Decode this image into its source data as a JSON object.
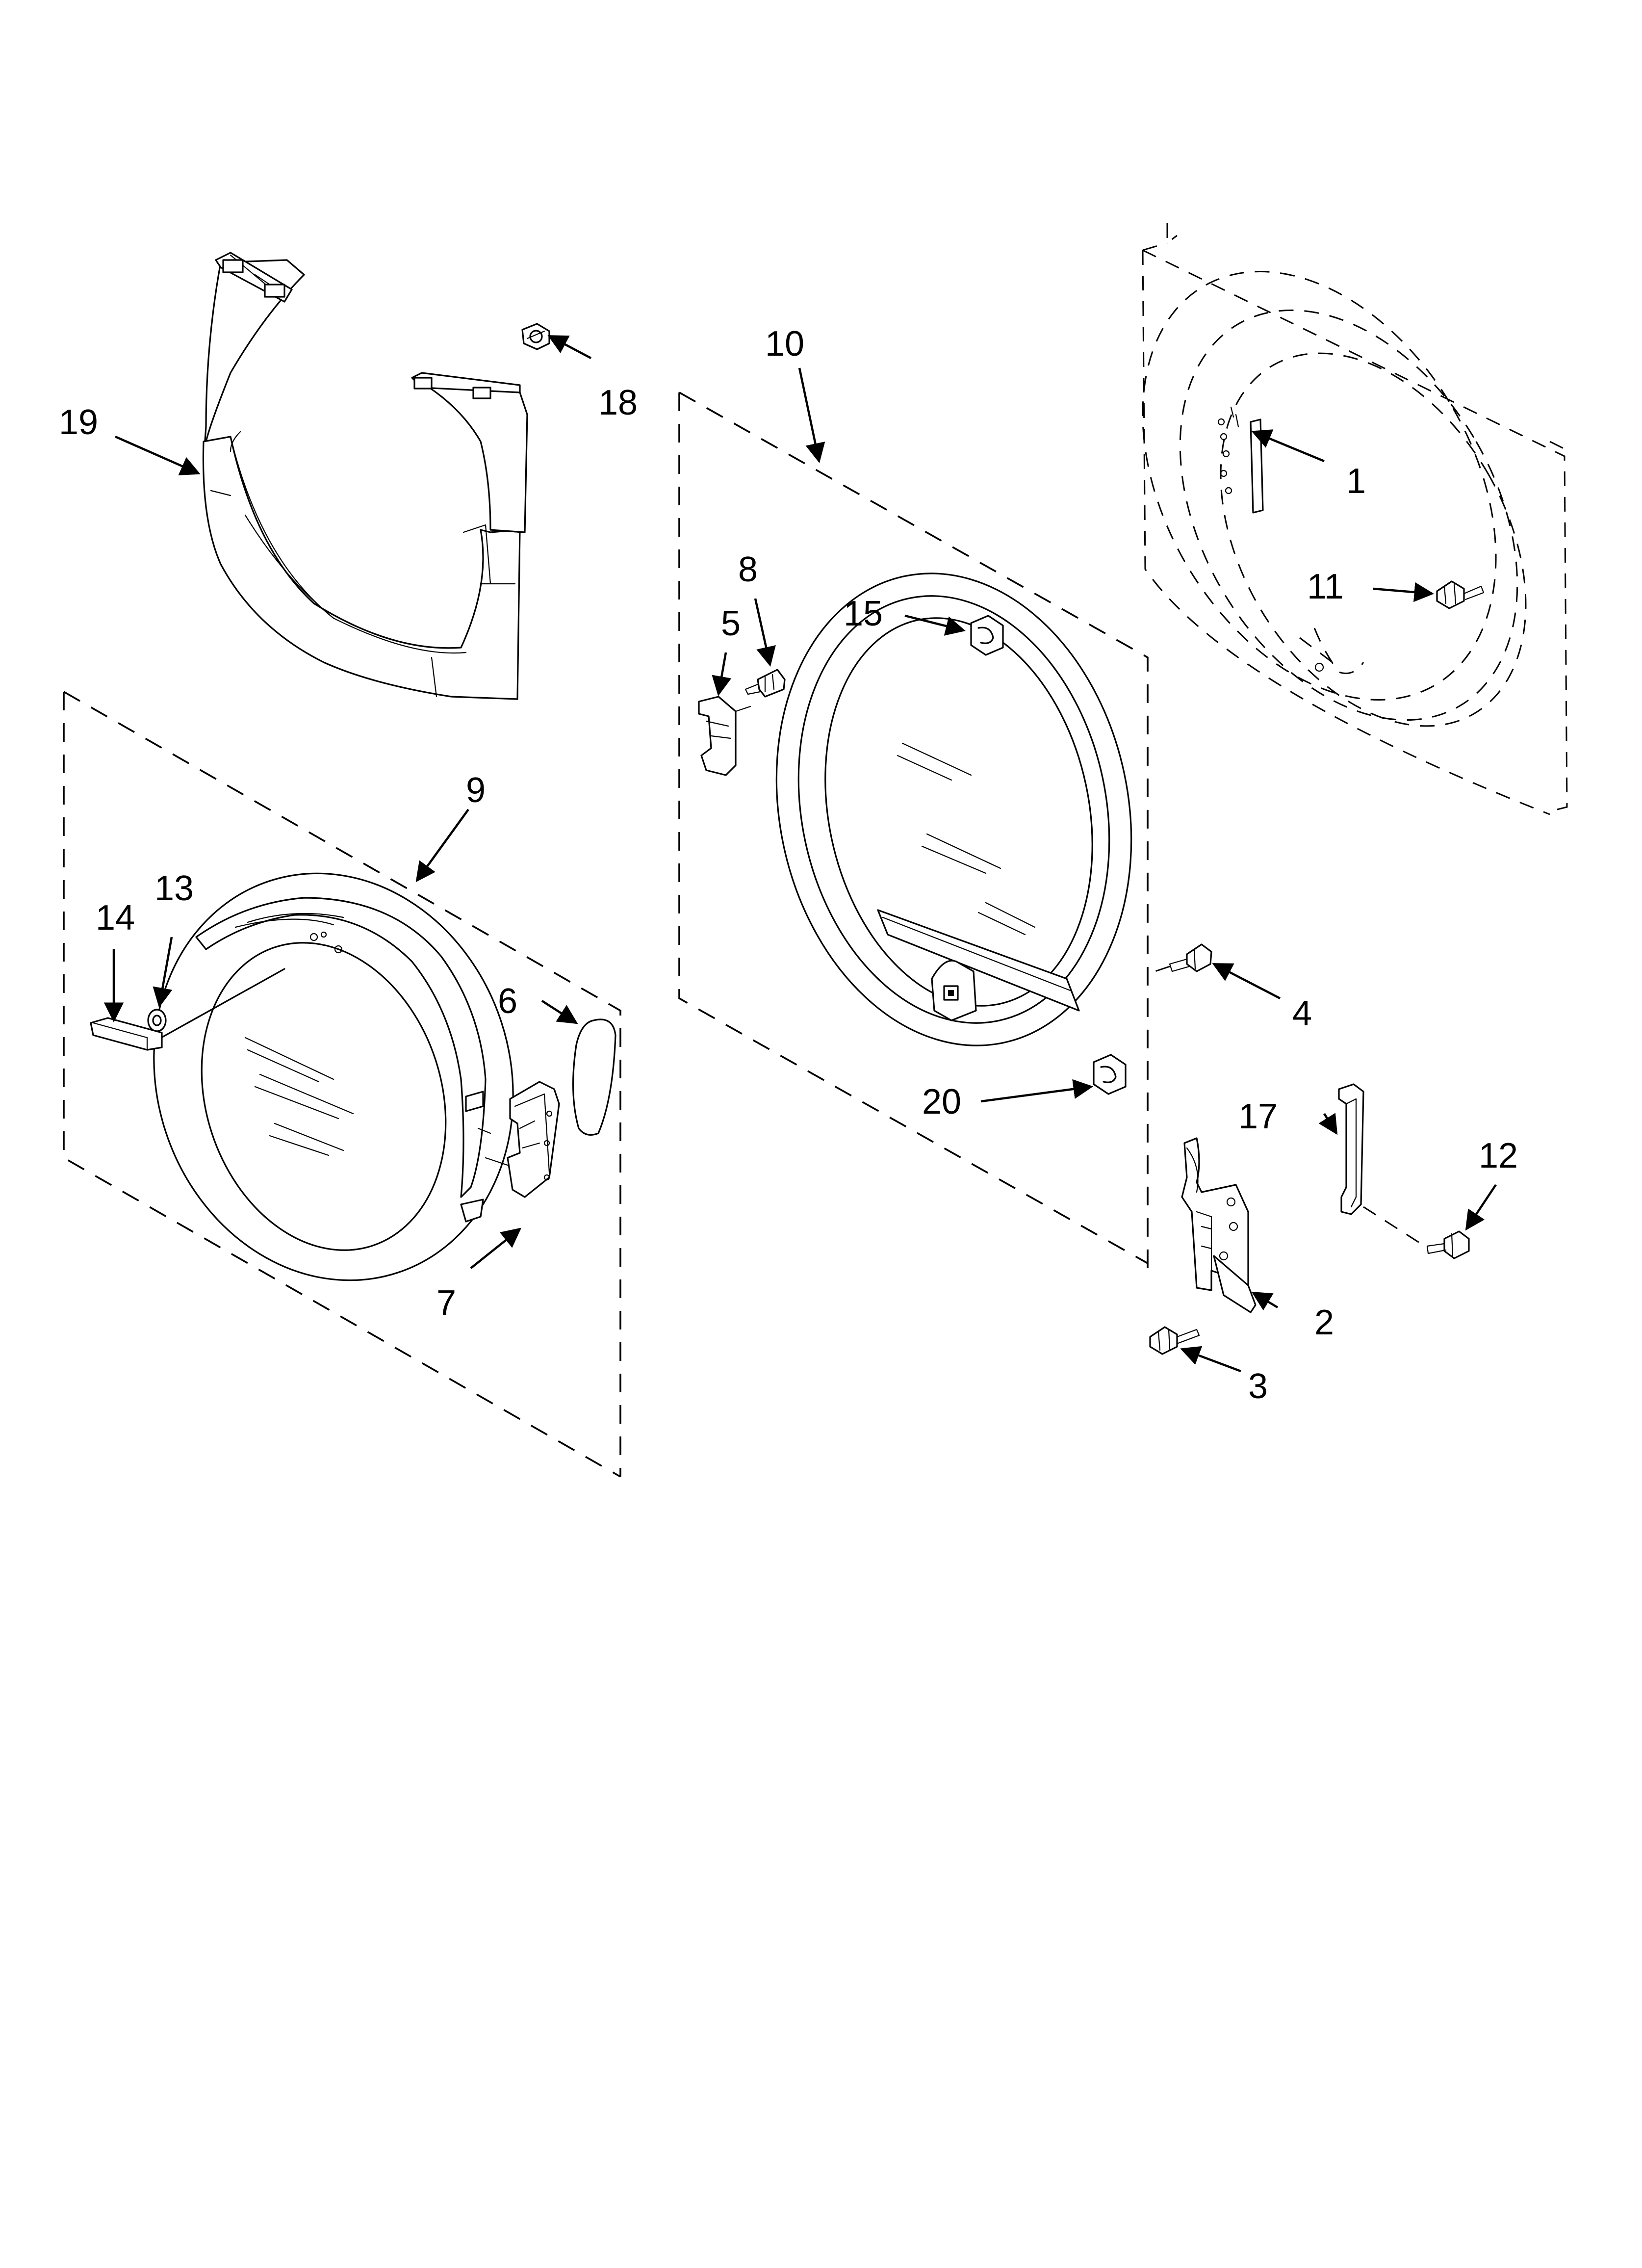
{
  "diagram": {
    "type": "exploded-parts-diagram",
    "parts": [
      {
        "id": "1",
        "label": "1"
      },
      {
        "id": "2",
        "label": "2"
      },
      {
        "id": "3",
        "label": "3"
      },
      {
        "id": "4",
        "label": "4"
      },
      {
        "id": "5",
        "label": "5"
      },
      {
        "id": "6",
        "label": "6"
      },
      {
        "id": "7",
        "label": "7"
      },
      {
        "id": "8",
        "label": "8"
      },
      {
        "id": "9",
        "label": "9"
      },
      {
        "id": "10",
        "label": "10"
      },
      {
        "id": "11",
        "label": "11"
      },
      {
        "id": "12",
        "label": "12"
      },
      {
        "id": "13",
        "label": "13"
      },
      {
        "id": "14",
        "label": "14"
      },
      {
        "id": "15",
        "label": "15"
      },
      {
        "id": "17",
        "label": "17"
      },
      {
        "id": "18",
        "label": "18"
      },
      {
        "id": "19",
        "label": "19"
      },
      {
        "id": "20",
        "label": "20"
      }
    ]
  },
  "colors": {
    "line": "#000000",
    "background": "#ffffff"
  }
}
